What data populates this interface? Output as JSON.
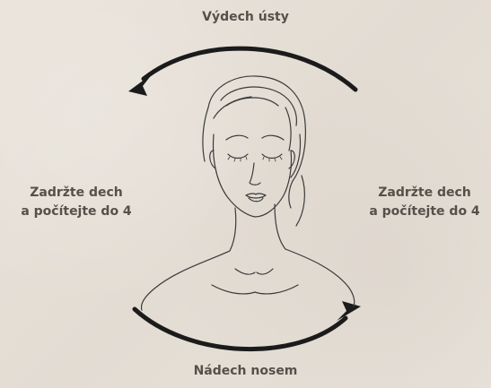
{
  "labels": {
    "top": "Výdech ústy",
    "bottom": "Nádech nosem",
    "left_line1": "Zadržte dech",
    "left_line2": "a počítejte do 4",
    "right_line1": "Zadržte dech",
    "right_line2": "a počítejte do 4"
  },
  "colors": {
    "background": "#e7e1d9",
    "text": "#574f49",
    "arrow": "#1b1b1b",
    "line_art": "#3a3a3a"
  },
  "icons": {
    "face": "woman-face-line-art",
    "top_arrow": "curved-arrow-left",
    "bottom_arrow": "curved-arrow-right"
  }
}
